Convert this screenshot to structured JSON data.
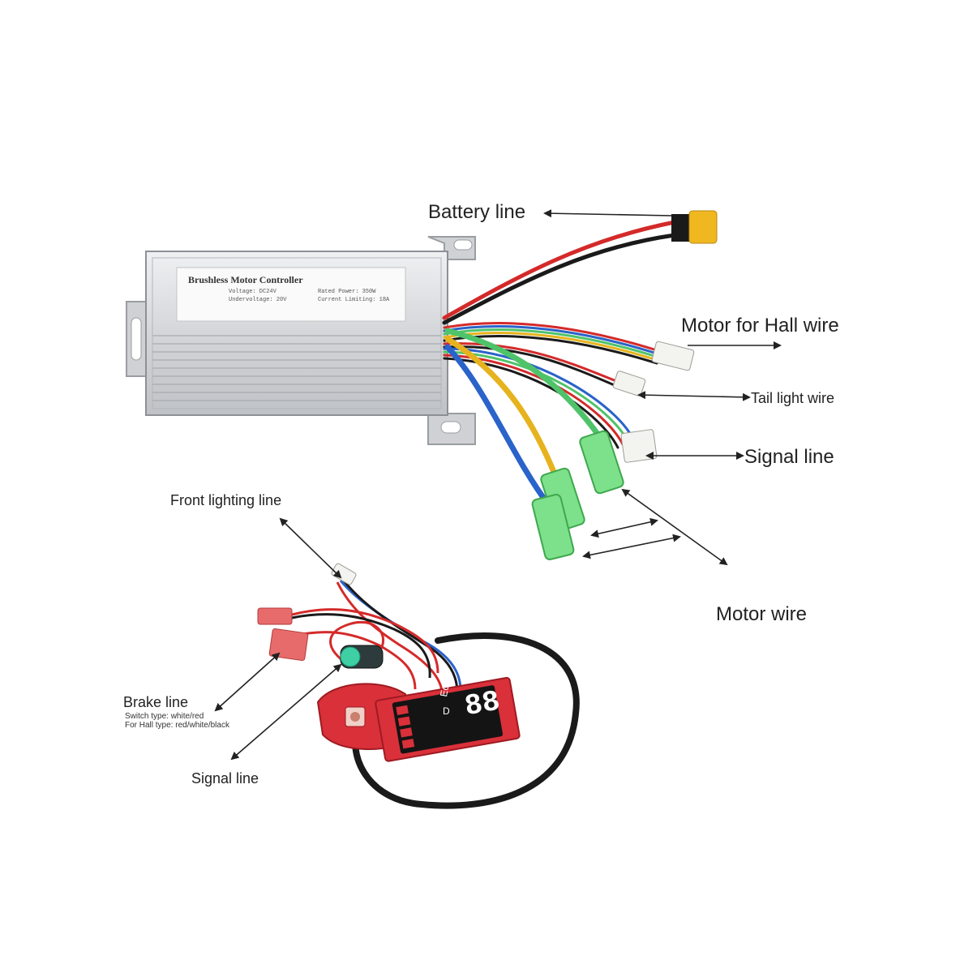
{
  "labels": {
    "battery_line": "Battery line",
    "motor_hall_wire": "Motor for Hall wire",
    "tail_light_wire": "Tail light wire",
    "signal_line_top": "Signal line",
    "front_lighting_line": "Front lighting line",
    "motor_wire": "Motor wire",
    "brake_line": "Brake line",
    "brake_switch_type": "Switch type: white/red",
    "brake_hall_type": "For Hall type: red/white/black",
    "signal_line_bottom": "Signal line"
  },
  "controller": {
    "title": "Brushless Motor Controller",
    "spec_voltage": "Voltage: DC24V",
    "spec_power": "Rated Power: 350W",
    "spec_undervoltage": "Undervoltage: 20V",
    "spec_current": "Current Limiting: 18A"
  },
  "display": {
    "mode_text": "Eco",
    "gear_text": "D",
    "digits": "88"
  },
  "colors": {
    "wire_red": "#d42a2a",
    "wire_black": "#1a1a1a",
    "wire_green": "#4fc36a",
    "wire_yellow": "#e6b31e",
    "wire_blue": "#2a63c9",
    "connector_green": "#7de08a",
    "connector_yellow": "#e8b020",
    "pcb_red": "#d9303a",
    "housing": "#d9dadc"
  }
}
